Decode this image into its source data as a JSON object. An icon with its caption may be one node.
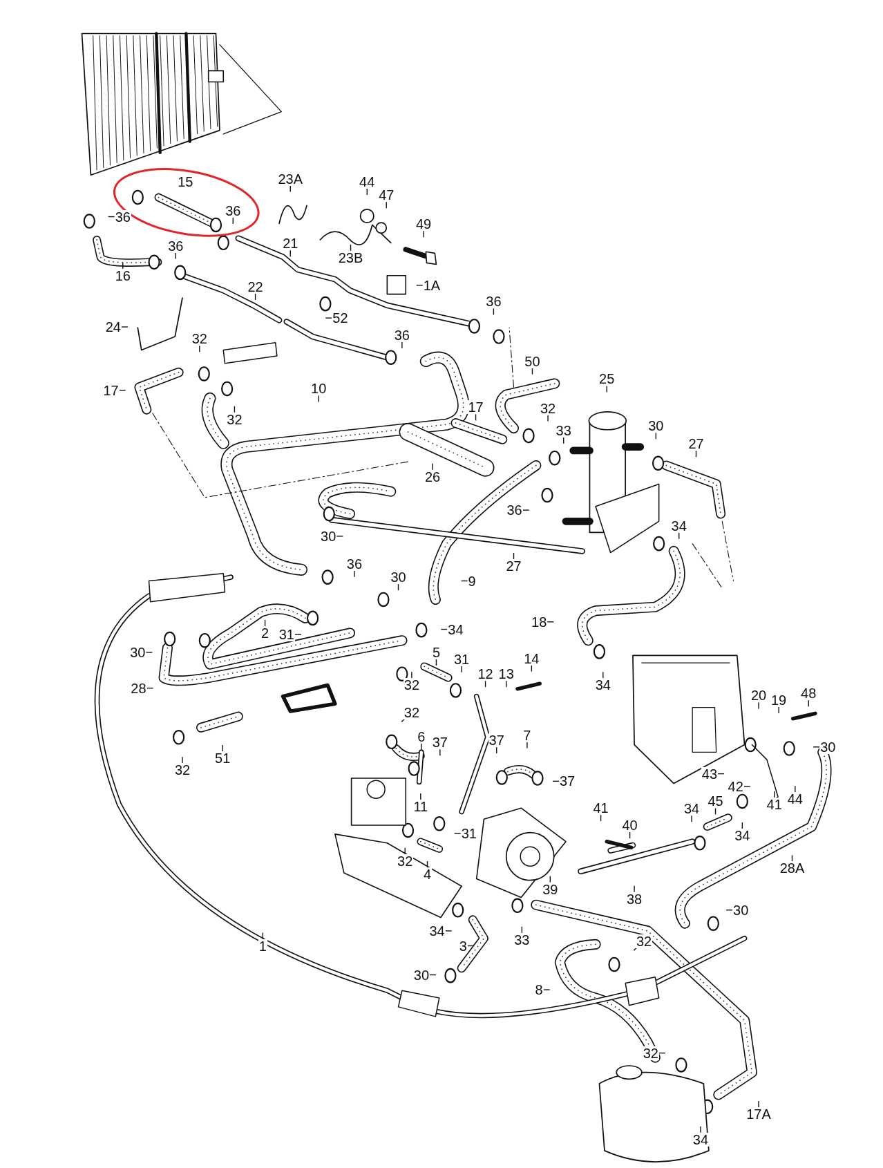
{
  "diagram": {
    "nodes": [
      {
        "text": [],
        "shape": "ellipse"
      },
      {
        "text": [
          "15"
        ],
        "in": 0
      },
      {
        "text": [
          "36"
        ],
        "in": 0
      },
      {
        "text": [
          "36"
        ]
      },
      {
        "text": [
          "23A"
        ]
      },
      {
        "text": [
          "44"
        ]
      },
      {
        "text": [
          "47"
        ]
      },
      {
        "text": [
          "49"
        ]
      },
      {
        "text": [
          "36"
        ]
      },
      {
        "text": [
          "16"
        ]
      },
      {
        "text": [
          "21"
        ]
      },
      {
        "text": [
          "23B"
        ]
      },
      {
        "text": [
          "1A"
        ]
      },
      {
        "text": [
          "22"
        ]
      },
      {
        "text": [
          "52"
        ]
      },
      {
        "text": [
          "36"
        ]
      },
      {
        "text": [
          "24"
        ]
      },
      {
        "text": [
          "36"
        ]
      },
      {
        "text": [
          "32"
        ]
      },
      {
        "text": [
          "50"
        ]
      },
      {
        "text": [
          "25"
        ]
      },
      {
        "text": [
          "17"
        ]
      },
      {
        "text": [
          "10"
        ]
      },
      {
        "text": [
          "17"
        ]
      },
      {
        "text": [
          "32"
        ]
      },
      {
        "text": [
          "32"
        ]
      },
      {
        "text": [
          "30"
        ]
      },
      {
        "text": [
          "33"
        ]
      },
      {
        "text": [
          "27"
        ]
      },
      {
        "text": [
          "26"
        ]
      },
      {
        "text": [
          "36"
        ]
      },
      {
        "text": [
          "34"
        ]
      },
      {
        "text": [
          "30"
        ]
      },
      {
        "text": [
          "36"
        ]
      },
      {
        "text": [
          "27"
        ]
      },
      {
        "text": [
          "30"
        ]
      },
      {
        "text": [
          "9"
        ]
      },
      {
        "text": [
          "18"
        ]
      },
      {
        "text": [
          "34"
        ]
      },
      {
        "text": [
          "2"
        ]
      },
      {
        "text": [
          "31"
        ]
      },
      {
        "text": [
          "30"
        ]
      },
      {
        "text": [
          "5"
        ]
      },
      {
        "text": [
          "31"
        ]
      },
      {
        "text": [
          "14"
        ]
      },
      {
        "text": [
          "12"
        ]
      },
      {
        "text": [
          "13"
        ]
      },
      {
        "text": [
          "34"
        ]
      },
      {
        "text": [
          "32"
        ]
      },
      {
        "text": [
          "28"
        ]
      },
      {
        "text": [
          "48"
        ]
      },
      {
        "text": [
          "20"
        ]
      },
      {
        "text": [
          "19"
        ]
      },
      {
        "text": [
          "32"
        ]
      },
      {
        "text": [
          "6"
        ]
      },
      {
        "text": [
          "37"
        ]
      },
      {
        "text": [
          "37"
        ]
      },
      {
        "text": [
          "7"
        ]
      },
      {
        "text": [
          "30"
        ]
      },
      {
        "text": [
          "51"
        ]
      },
      {
        "text": [
          "32"
        ]
      },
      {
        "text": [
          "43"
        ]
      },
      {
        "text": [
          "37"
        ]
      },
      {
        "text": [
          "42"
        ]
      },
      {
        "text": [
          "44"
        ]
      },
      {
        "text": [
          "45"
        ]
      },
      {
        "text": [
          "41"
        ]
      },
      {
        "text": [
          "11"
        ]
      },
      {
        "text": [
          "41"
        ]
      },
      {
        "text": [
          "34"
        ]
      },
      {
        "text": [
          "40"
        ]
      },
      {
        "text": [
          "31"
        ]
      },
      {
        "text": [
          "34"
        ]
      },
      {
        "text": [
          "32"
        ]
      },
      {
        "text": [
          "28A"
        ]
      },
      {
        "text": [
          "4"
        ]
      },
      {
        "text": [
          "39"
        ]
      },
      {
        "text": [
          "38"
        ]
      },
      {
        "text": [
          "30"
        ]
      },
      {
        "text": [
          "34"
        ]
      },
      {
        "text": [
          "33"
        ]
      },
      {
        "text": [
          "32"
        ]
      },
      {
        "text": [
          "1"
        ]
      },
      {
        "text": [
          "3"
        ]
      },
      {
        "text": [
          "30"
        ]
      },
      {
        "text": [
          "8"
        ]
      },
      {
        "text": [
          "32"
        ]
      },
      {
        "text": [
          "17A"
        ]
      },
      {
        "text": [
          "34"
        ]
      }
    ],
    "edges": [
      {
        "from": 2,
        "to": null,
        "arrow": "none"
      },
      {
        "from": 3,
        "to": null,
        "arrow": "none"
      },
      {
        "from": 4,
        "to": null,
        "arrow": "none"
      },
      {
        "from": 5,
        "to": null,
        "arrow": "none"
      },
      {
        "from": 6,
        "to": null,
        "arrow": "none"
      },
      {
        "from": 7,
        "to": null,
        "arrow": "none"
      },
      {
        "from": 8,
        "to": null,
        "arrow": "none"
      },
      {
        "from": 9,
        "to": null,
        "arrow": "none"
      },
      {
        "from": 10,
        "to": null,
        "arrow": "none"
      },
      {
        "from": 11,
        "to": null,
        "arrow": "none"
      },
      {
        "from": 12,
        "to": null,
        "arrow": "none"
      },
      {
        "from": 13,
        "to": null,
        "arrow": "none"
      },
      {
        "from": 14,
        "to": null,
        "arrow": "none"
      },
      {
        "from": 15,
        "to": null,
        "arrow": "none"
      },
      {
        "from": 16,
        "to": null,
        "arrow": "none"
      },
      {
        "from": 17,
        "to": null,
        "arrow": "none"
      },
      {
        "from": 18,
        "to": null,
        "arrow": "none"
      },
      {
        "from": 19,
        "to": null,
        "arrow": "none"
      },
      {
        "from": 20,
        "to": null,
        "arrow": "none"
      },
      {
        "from": 21,
        "to": null,
        "arrow": "none"
      },
      {
        "from": 22,
        "to": null,
        "arrow": "none"
      },
      {
        "from": 23,
        "to": null,
        "arrow": "none"
      },
      {
        "from": 24,
        "to": null,
        "arrow": "none"
      },
      {
        "from": 25,
        "to": null,
        "arrow": "none"
      },
      {
        "from": 26,
        "to": null,
        "arrow": "none"
      },
      {
        "from": 27,
        "to": null,
        "arrow": "none"
      },
      {
        "from": 28,
        "to": null,
        "arrow": "none"
      },
      {
        "from": 29,
        "to": null,
        "arrow": "none"
      },
      {
        "from": 30,
        "to": null,
        "arrow": "none"
      },
      {
        "from": 31,
        "to": null,
        "arrow": "none"
      },
      {
        "from": 32,
        "to": null,
        "arrow": "none"
      },
      {
        "from": 33,
        "to": null,
        "arrow": "none"
      },
      {
        "from": 34,
        "to": null,
        "arrow": "none"
      },
      {
        "from": 35,
        "to": null,
        "arrow": "none"
      },
      {
        "from": 36,
        "to": null,
        "arrow": "none"
      },
      {
        "from": 37,
        "to": null,
        "arrow": "none"
      },
      {
        "from": 38,
        "to": null,
        "arrow": "none"
      },
      {
        "from": 39,
        "to": null,
        "arrow": "none"
      },
      {
        "from": 40,
        "to": null,
        "arrow": "none"
      },
      {
        "from": 41,
        "to": null,
        "arrow": "none"
      },
      {
        "from": 42,
        "to": null,
        "arrow": "none"
      },
      {
        "from": 43,
        "to": null,
        "arrow": "none"
      },
      {
        "from": 44,
        "to": null,
        "arrow": "none"
      },
      {
        "from": 45,
        "to": null,
        "arrow": "none"
      },
      {
        "from": 46,
        "to": null,
        "arrow": "none"
      },
      {
        "from": 47,
        "to": null,
        "arrow": "none"
      },
      {
        "from": 48,
        "to": null,
        "arrow": "none"
      },
      {
        "from": 49,
        "to": null,
        "arrow": "none"
      },
      {
        "from": 50,
        "to": null,
        "arrow": "none"
      },
      {
        "from": 51,
        "to": null,
        "arrow": "none"
      },
      {
        "from": 52,
        "to": null,
        "arrow": "none"
      },
      {
        "from": 53,
        "to": null,
        "arrow": "none"
      },
      {
        "from": 54,
        "to": null,
        "arrow": "none"
      },
      {
        "from": 55,
        "to": null,
        "arrow": "none"
      },
      {
        "from": 56,
        "to": null,
        "arrow": "none"
      },
      {
        "from": 57,
        "to": null,
        "arrow": "none"
      },
      {
        "from": 58,
        "to": null,
        "arrow": "none"
      },
      {
        "from": 59,
        "to": null,
        "arrow": "none"
      },
      {
        "from": 60,
        "to": null,
        "arrow": "none"
      },
      {
        "from": 61,
        "to": null,
        "arrow": "none"
      },
      {
        "from": 62,
        "to": null,
        "arrow": "none"
      },
      {
        "from": 63,
        "to": null,
        "arrow": "none"
      },
      {
        "from": 64,
        "to": null,
        "arrow": "none"
      },
      {
        "from": 65,
        "to": null,
        "arrow": "none"
      },
      {
        "from": 66,
        "to": null,
        "arrow": "none"
      },
      {
        "from": 67,
        "to": null,
        "arrow": "none"
      },
      {
        "from": 68,
        "to": null,
        "arrow": "none"
      },
      {
        "from": 69,
        "to": null,
        "arrow": "none"
      },
      {
        "from": 70,
        "to": null,
        "arrow": "none"
      },
      {
        "from": 71,
        "to": null,
        "arrow": "none"
      },
      {
        "from": 72,
        "to": null,
        "arrow": "none"
      },
      {
        "from": 73,
        "to": null,
        "arrow": "none"
      },
      {
        "from": 74,
        "to": null,
        "arrow": "none"
      },
      {
        "from": 75,
        "to": null,
        "arrow": "none"
      },
      {
        "from": 76,
        "to": null,
        "arrow": "none"
      },
      {
        "from": 77,
        "to": null,
        "arrow": "none"
      },
      {
        "from": 78,
        "to": null,
        "arrow": "none"
      },
      {
        "from": 79,
        "to": null,
        "arrow": "none"
      },
      {
        "from": 80,
        "to": null,
        "arrow": "none"
      },
      {
        "from": 81,
        "to": null,
        "arrow": "none"
      },
      {
        "from": 82,
        "to": null,
        "arrow": "none"
      },
      {
        "from": 83,
        "to": null,
        "arrow": "none"
      },
      {
        "from": 84,
        "to": null,
        "arrow": "none"
      },
      {
        "from": 85,
        "to": null,
        "arrow": "none"
      },
      {
        "from": 86,
        "to": null,
        "arrow": "none"
      },
      {
        "from": 87,
        "to": null,
        "arrow": "none"
      },
      {
        "from": 88,
        "to": null,
        "arrow": "none"
      }
    ]
  }
}
